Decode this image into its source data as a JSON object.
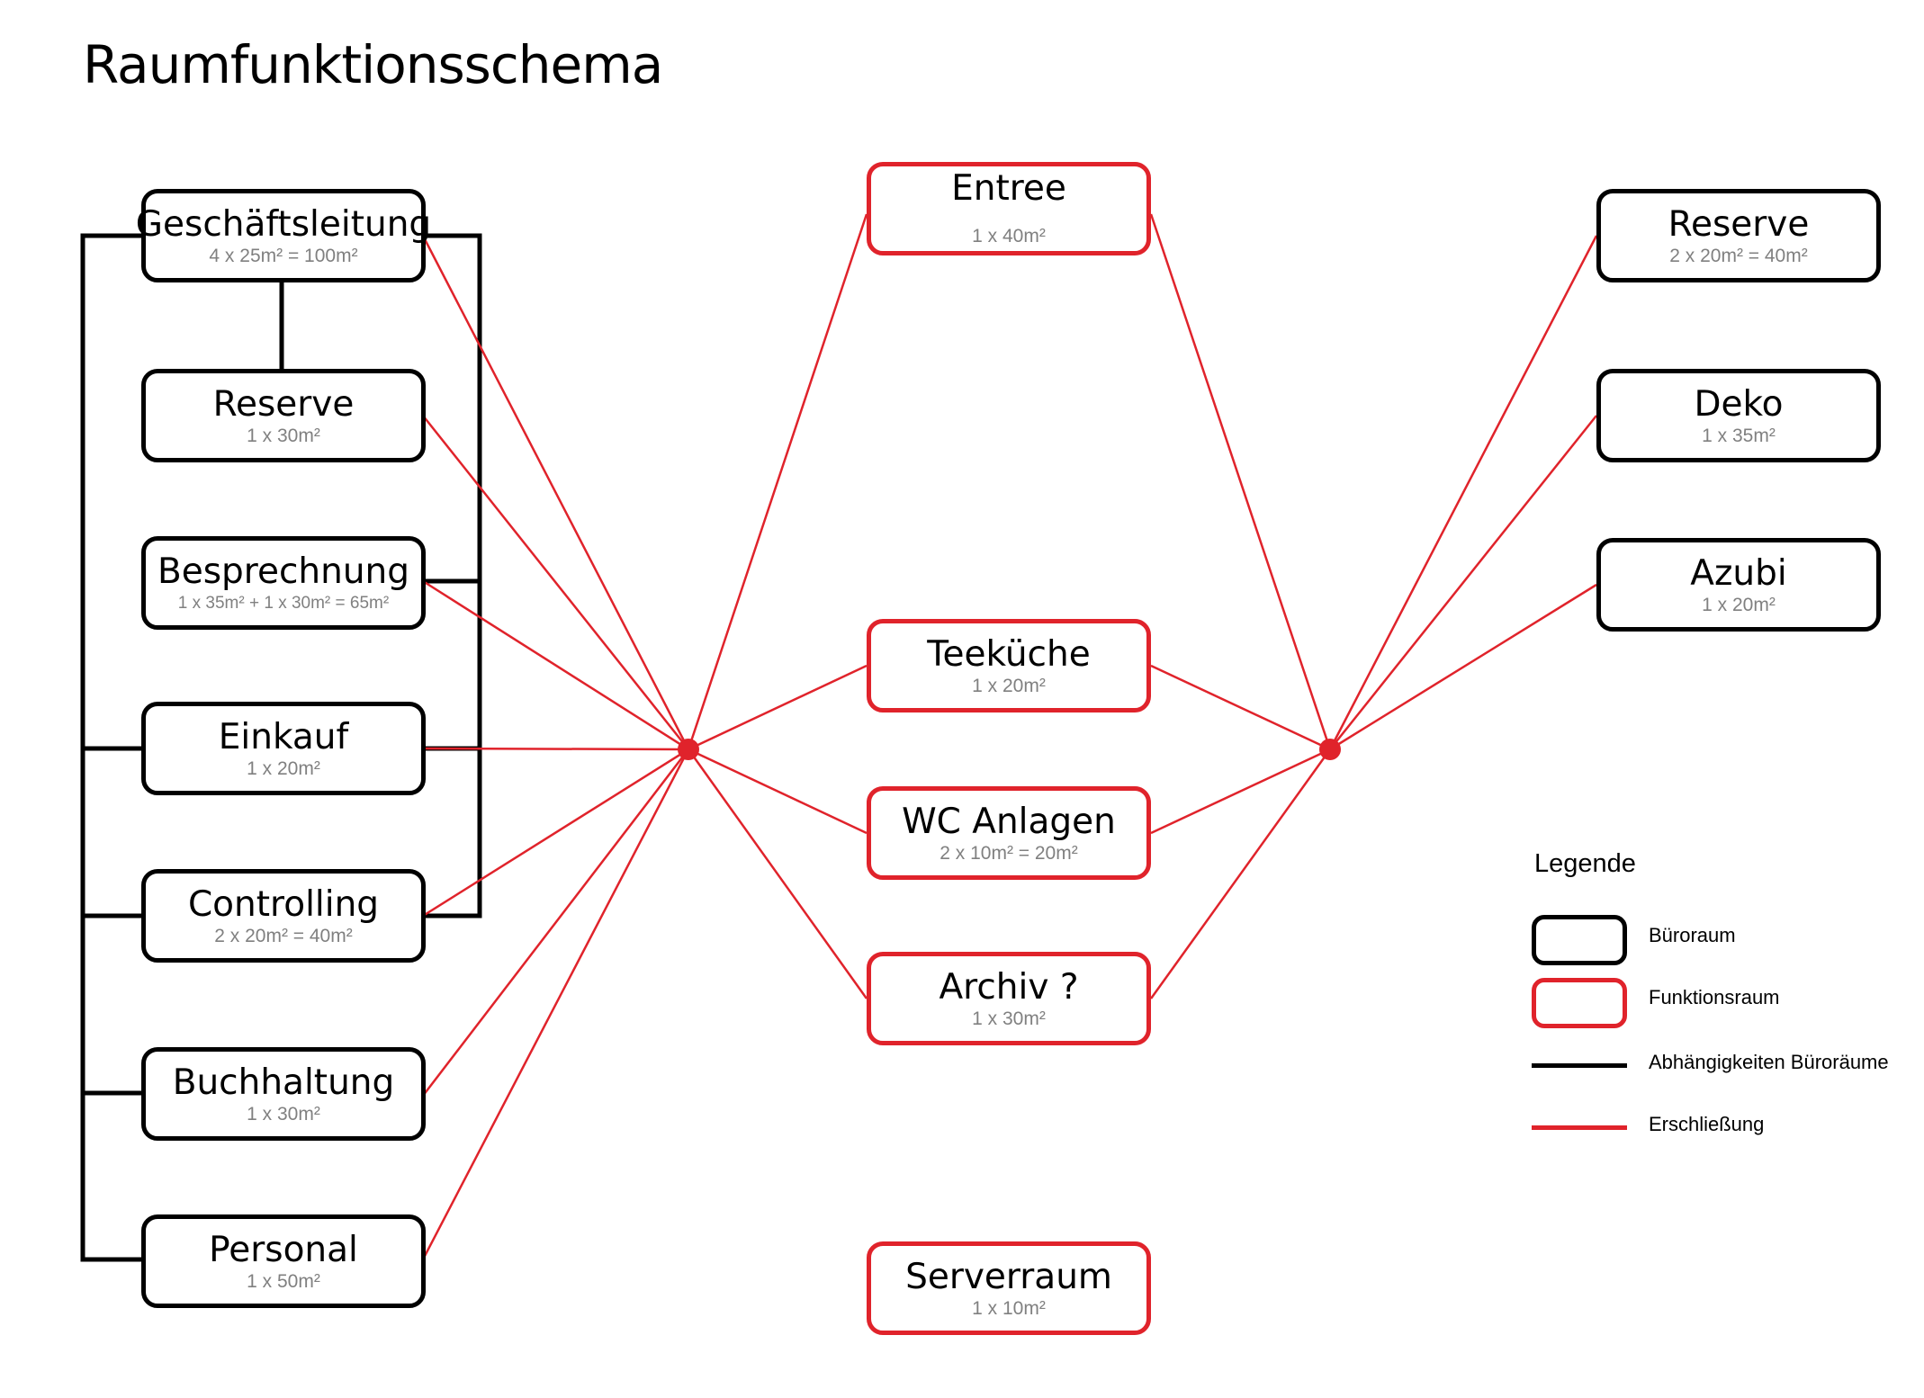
{
  "title": "Raumfunktionsschema",
  "colors": {
    "buero": "#000000",
    "funktion": "#e0232b",
    "area_text": "#808080"
  },
  "rooms": {
    "geschaeftsleitung": {
      "name": "Geschäftsleitung",
      "area": "4 x 25m² = 100m²",
      "type": "buero"
    },
    "reserve_left": {
      "name": "Reserve",
      "area": "1 x 30m²",
      "type": "buero"
    },
    "besprechnung": {
      "name": "Besprechnung",
      "area": "1 x 35m² +  1 x 30m² = 65m²",
      "type": "buero"
    },
    "einkauf": {
      "name": "Einkauf",
      "area": "1 x 20m²",
      "type": "buero"
    },
    "controlling": {
      "name": "Controlling",
      "area": "2 x 20m² = 40m²",
      "type": "buero"
    },
    "buchhaltung": {
      "name": "Buchhaltung",
      "area": "1 x 30m²",
      "type": "buero"
    },
    "personal": {
      "name": "Personal",
      "area": "1 x 50m²",
      "type": "buero"
    },
    "entree": {
      "name": "Entree",
      "area": "1 x 40m²",
      "type": "funktion"
    },
    "teekueche": {
      "name": "Teeküche",
      "area": "1 x 20m²",
      "type": "funktion"
    },
    "wc": {
      "name": "WC Anlagen",
      "area": "2 x 10m² = 20m²",
      "type": "funktion"
    },
    "archiv": {
      "name": "Archiv ?",
      "area": "1 x 30m²",
      "type": "funktion"
    },
    "serverraum": {
      "name": "Serverraum",
      "area": "1 x 10m²",
      "type": "funktion"
    },
    "reserve_right": {
      "name": "Reserve",
      "area": "2 x 20m² = 40m²",
      "type": "buero"
    },
    "deko": {
      "name": "Deko",
      "area": "1 x 35m²",
      "type": "buero"
    },
    "azubi": {
      "name": "Azubi",
      "area": "1 x 20m²",
      "type": "buero"
    }
  },
  "legend": {
    "title": "Legende",
    "items": [
      {
        "label": "Büroraum",
        "kind": "buero-box"
      },
      {
        "label": "Funktionsraum",
        "kind": "funktion-box"
      },
      {
        "label": "Abhängigkeiten Büroräume",
        "kind": "black-line"
      },
      {
        "label": "Erschließung",
        "kind": "red-line"
      }
    ]
  }
}
